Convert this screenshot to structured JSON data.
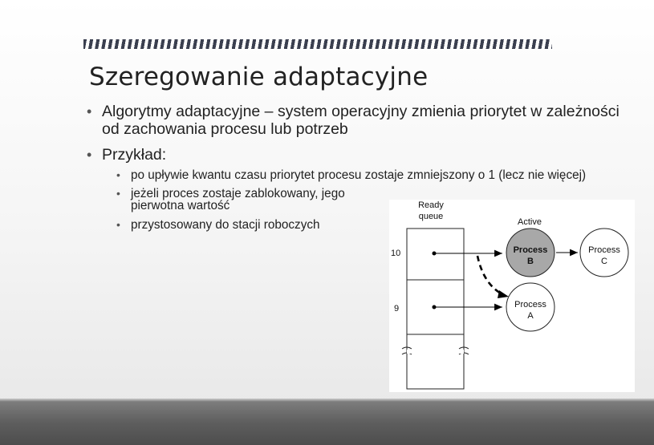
{
  "slide": {
    "title": "Szeregowanie adaptacyjne",
    "bullet1": "Algorytmy adaptacyjne – system operacyjny zmienia priorytet w zależności od zachowania procesu lub potrzeb",
    "bullet2": "Przykład:",
    "subbullets": [
      "po upływie kwantu czasu priorytet procesu zostaje zmniejszony o 1 (lecz nie więcej)",
      "jeżeli proces zostaje zablokowany, jego pierwotna wartość",
      "przystosowany do stacji roboczych"
    ]
  },
  "diagram": {
    "queue_label_line1": "Ready",
    "queue_label_line2": "queue",
    "active_label": "Active",
    "priority_10": "10",
    "priority_9": "9",
    "process_b_line1": "Process",
    "process_b_line2": "B",
    "process_c_line1": "Process",
    "process_c_line2": "C",
    "process_a_line1": "Process",
    "process_a_line2": "A",
    "colors": {
      "active_process_fill": "#a8a8a8"
    }
  }
}
